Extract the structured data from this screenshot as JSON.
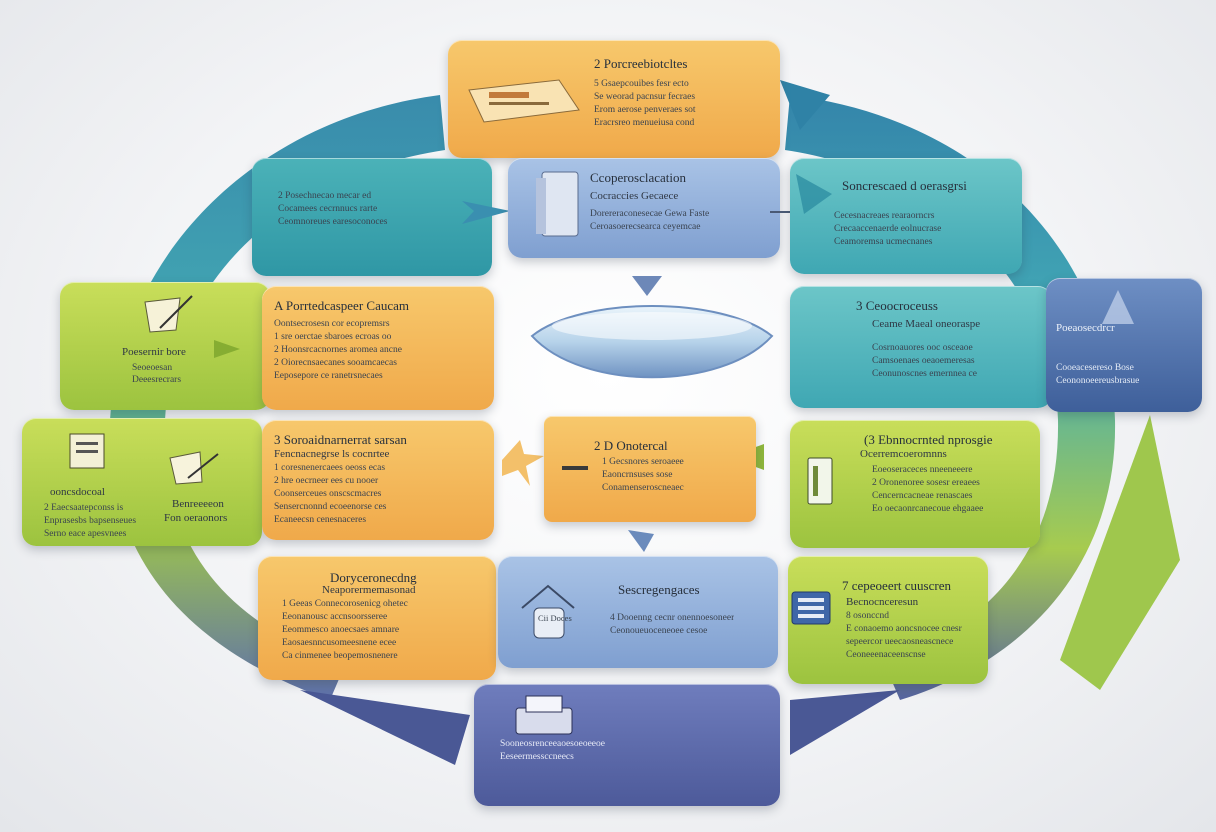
{
  "colors": {
    "orange": "#f2b04f",
    "teal": "#3aa1ad",
    "lime": "#a9cb45",
    "blue": "#8eaad8",
    "navy": "#5865a6"
  },
  "cards": {
    "top": {
      "heading": "2 Porcreebiotcltes",
      "lines": [
        "5 Gsaepcouibes fesr ecto",
        "Se weorad pacnsur fecraes",
        "Erom aerose penveraes sot",
        "Eracrsreo menueiusa cond"
      ]
    },
    "center_top": {
      "heading": "Ccoperosclacation",
      "sub": "Cocraccies Gecaece",
      "lines": [
        "Dorereraconesecae Gewa Faste",
        "Ceroasoerecsearca ceyemcae"
      ]
    },
    "upper_left": {
      "lines": [
        "2 Posechnecao mecar ed",
        "Cocamees cecrnnucs rarte",
        "Ceomnoreues earesoconoces"
      ]
    },
    "upper_right": {
      "heading": "Soncrescaed d oerasgrsi",
      "lines": [
        "Cecesnacreaes rearaorncrs",
        "Crecaaccenaerde eolnucrase",
        "Ceamoremsa ucmecnanes"
      ]
    },
    "mid_left_orange": {
      "heading": "A Porrtedcaspeer Caucam",
      "lines": [
        "Oontsecrosesn cor ecopremsrs",
        "1 sre oerctae sbaroes ecroas oo",
        "2 Hoonsrcacnornes aromea ancne",
        "2 Oiorecnsaecanes sooamcaecas",
        "Eeposepore ce ranetrsnecaes"
      ]
    },
    "mid_left_lime": {
      "label1": "Poesernir bore",
      "label2": "Seoeoesan",
      "label3": "Deeesrecrars"
    },
    "mid_right_teal": {
      "heading": "3 Ceoocroceuss",
      "sub": "Ceame Maeal oneoraspe",
      "lines": [
        "Cosrnoauores ooc osceaoe",
        "Camsoenaes oeaoemeresas",
        "Ceonunoscnes emernnea ce"
      ]
    },
    "mid_right_steel": {
      "heading": "Poeaosecdrcr",
      "lines": [
        "Cooeacesereso Bose",
        "Ceononoeereusbrasue"
      ]
    },
    "lower_left_lime": {
      "heading": "ooncsdocoal",
      "lines": [
        "2 Eaecsaatepconss is",
        "Enprasesbs bapsenseues",
        "Serno eace apesvnees"
      ],
      "label1": "Benreeeeon",
      "label2": "Fon oeraonors"
    },
    "lower_left_orange": {
      "heading": "3 Soroaidnarnerrat sarsan",
      "sub": "Fencnacnegrse ls cocnrtee",
      "lines": [
        "1 coresnenercaees oeoss ecas",
        "2 hre oecrneer ees cu nooer",
        "Coonserceues onscscmacres",
        "Sensercnonnd ecoeenorse ces",
        "Ecaneecsn cenesnaceres"
      ]
    },
    "center_box": {
      "heading": "2 D Onotercal",
      "lines": [
        "1 Gecsnores seroaeee",
        "Eaoncrnsuses sose",
        "Conamenseroscneaec"
      ]
    },
    "lower_right_lime": {
      "heading": "(3 Ebnnocrnted nprosgie",
      "sub": "Ocerremcoeromnns",
      "lines": [
        "Eoeoseraceces nneeneeere",
        "2 Oronenoree sosesr ereaees",
        "Cencerncacneae renascaes",
        "Eo oecaonrcanecoue ehgaaee"
      ]
    },
    "bottom_left_orange": {
      "heading": "Doryceronecdng",
      "sub": "Neaporermemasonad",
      "lines": [
        "1 Geeas  Connecorosenicg ohetec",
        "Eeonanousc accnsoorsseree",
        "Eeommesco anoecsaes amnare",
        "Eaosaesnncusomeesnene ecee",
        "Ca cinmenee beopemosnenere"
      ]
    },
    "bottom_center_blue": {
      "heading": "Sescregengaces",
      "badge": "Cii Doces",
      "lines": [
        "4 Dooenng cecnr onennoesoneer",
        "Ceonoueuoceneoee cesoe"
      ]
    },
    "bottom_right_lime": {
      "heading": "7 cepeoeert cuuscren",
      "sub": "Becnocnceresun",
      "lines": [
        "8 osonccnd",
        "E conaoemo aoncsnocee cnesr",
        "sepeercor ueecaosneascnece",
        "Ceoneeenaceenscnse"
      ]
    },
    "bottom_navy": {
      "lines": [
        "Sooneosrenceeaoesoeoeeoe",
        "Eeseermessccneecs"
      ]
    }
  }
}
